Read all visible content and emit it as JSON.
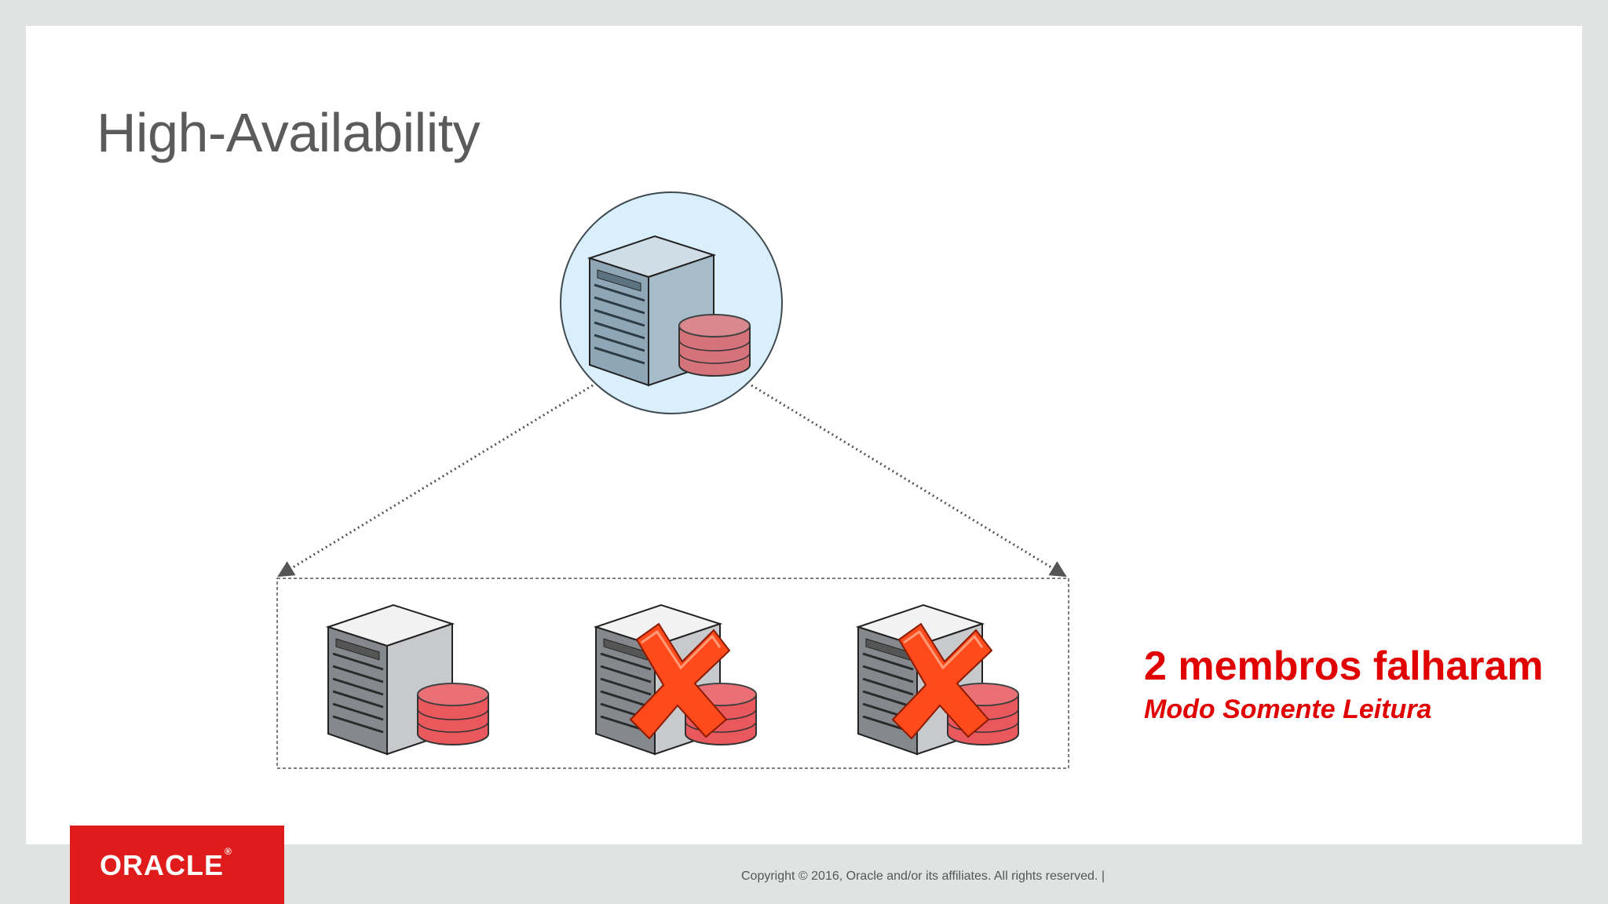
{
  "slide": {
    "title": "High-Availability",
    "status_title": "2 membros falharam",
    "status_subtitle": "Modo Somente Leitura",
    "footer": {
      "brand": "ORACLE",
      "copyright": "Copyright © 2016, Oracle and/or its affiliates. All rights reserved.  |"
    }
  },
  "diagram": {
    "primary": {
      "icon": "database-server-icon",
      "state": "online"
    },
    "members": [
      {
        "icon": "database-server-icon",
        "state": "online"
      },
      {
        "icon": "database-server-icon",
        "state": "failed"
      },
      {
        "icon": "database-server-icon",
        "state": "failed"
      }
    ],
    "colors": {
      "circle_fill": "#d9effc",
      "primary_server": "#9fb6c4",
      "member_server": "#8f9499",
      "db_primary": "#d9727a",
      "db_member": "#e8585d",
      "fail_x": "#ff4a1c",
      "accent_red": "#e00000"
    }
  }
}
